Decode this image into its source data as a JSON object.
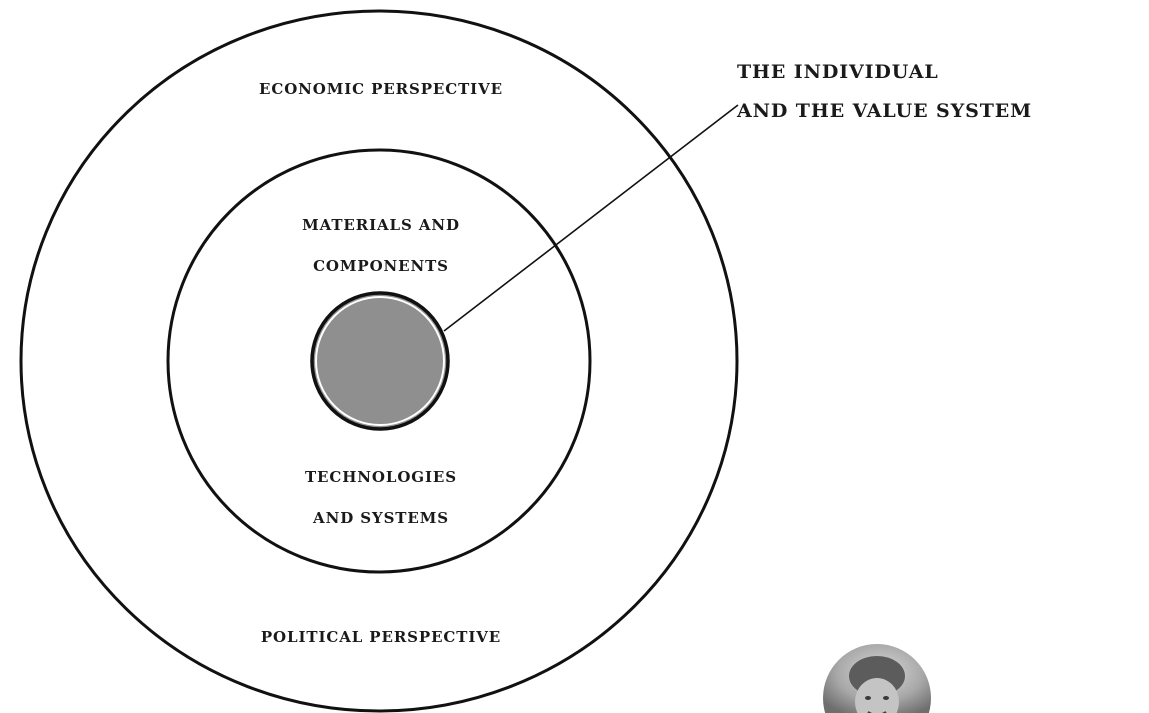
{
  "diagram": {
    "outer_ring": {
      "top_label": "ECONOMIC PERSPECTIVE",
      "bottom_label": "POLITICAL PERSPECTIVE"
    },
    "middle_ring": {
      "top_label_line1": "MATERIALS AND",
      "top_label_line2": "COMPONENTS",
      "bottom_label_line1": "TECHNOLOGIES",
      "bottom_label_line2": "AND SYSTEMS"
    },
    "core": {
      "fill_color": "#8f8f8f"
    },
    "callout": {
      "line1": "THE INDIVIDUAL",
      "line2": "AND THE VALUE SYSTEM"
    },
    "colors": {
      "stroke": "#111111",
      "text": "#1a1a1a",
      "background": "#ffffff"
    }
  }
}
